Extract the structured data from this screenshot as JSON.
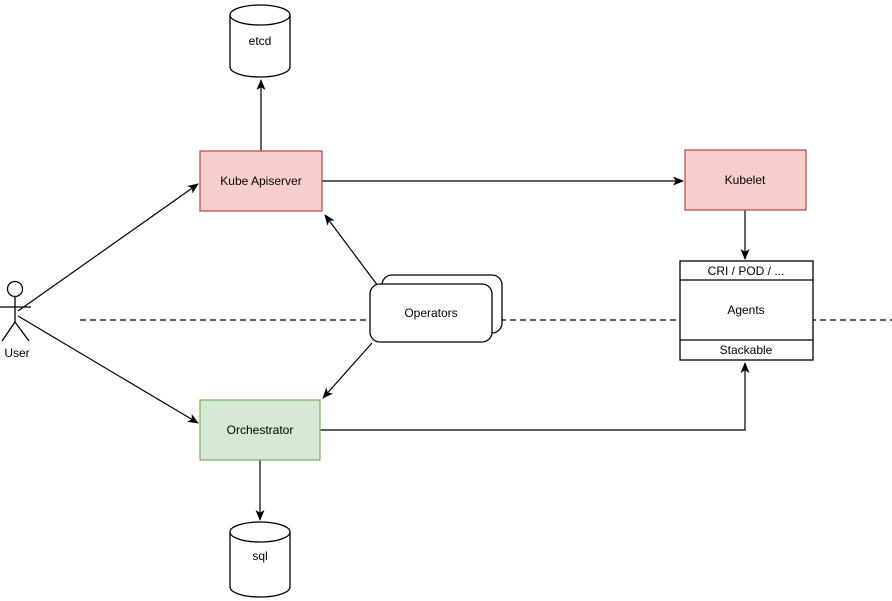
{
  "diagram": {
    "background": "#ffffff",
    "colors": {
      "node_pink_fill": "#f8cecc",
      "node_pink_stroke": "#b85450",
      "node_green_fill": "#d5e8d4",
      "node_green_stroke": "#82b366",
      "shape_fill": "#ffffff",
      "line_color": "#000000",
      "text_color": "#000000"
    },
    "nodes": {
      "etcd": {
        "label": "etcd",
        "shape": "database-cylinder"
      },
      "kube_apiserver": {
        "label": "Kube Apiserver",
        "shape": "rectangle"
      },
      "kubelet": {
        "label": "Kubelet",
        "shape": "rectangle"
      },
      "operators": {
        "label": "Operators",
        "shape": "stacked-rounded-rectangle"
      },
      "orchestrator": {
        "label": "Orchestrator",
        "shape": "rectangle"
      },
      "sql": {
        "label": "sql",
        "shape": "database-cylinder"
      },
      "user": {
        "label": "User",
        "shape": "actor"
      },
      "agent_stack": {
        "shape": "layered-box",
        "rows": [
          "CRI / POD / ...",
          "Agents",
          "Stackable"
        ]
      }
    },
    "edges": [
      {
        "from": "user",
        "to": "kube_apiserver",
        "style": "solid-arrow"
      },
      {
        "from": "user",
        "to": "orchestrator",
        "style": "solid-arrow"
      },
      {
        "from": "kube_apiserver",
        "to": "etcd",
        "style": "solid-arrow"
      },
      {
        "from": "kube_apiserver",
        "to": "kubelet",
        "style": "solid-arrow"
      },
      {
        "from": "operators",
        "to": "kube_apiserver",
        "style": "solid-arrow"
      },
      {
        "from": "operators",
        "to": "orchestrator",
        "style": "solid-arrow"
      },
      {
        "from": "kubelet",
        "to": "agent_stack",
        "style": "solid-arrow"
      },
      {
        "from": "orchestrator",
        "to": "agent_stack",
        "style": "solid-arrow-elbow"
      },
      {
        "from": "orchestrator",
        "to": "sql",
        "style": "solid-arrow"
      }
    ],
    "separator": {
      "style": "dashed-horizontal-line"
    }
  }
}
